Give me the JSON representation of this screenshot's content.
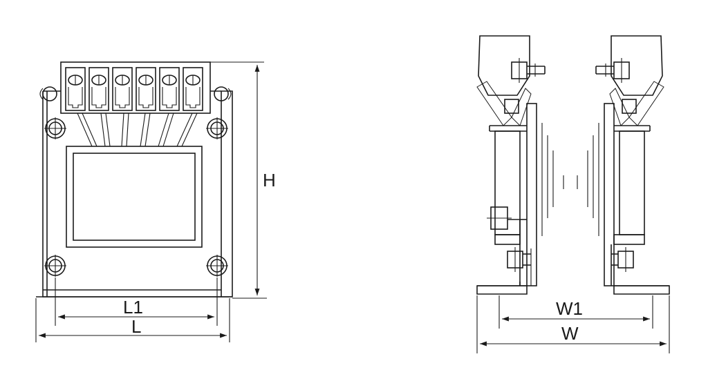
{
  "labels": {
    "height": "H",
    "inner_length": "L1",
    "length": "L",
    "inner_width": "W1",
    "width": "W"
  },
  "front_view": {
    "terminal_count": 6
  },
  "colors": {
    "line": "#1a1a1a",
    "background": "#ffffff"
  }
}
